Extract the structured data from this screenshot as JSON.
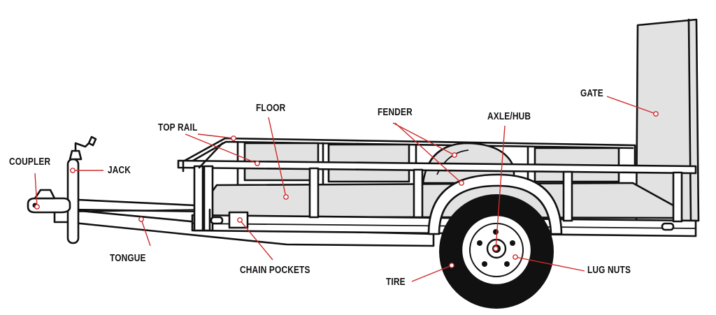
{
  "labels": {
    "coupler": "COUPLER",
    "jack": "JACK",
    "tongue": "TONGUE",
    "top_rail": "TOP RAIL",
    "floor": "FLOOR",
    "chain_pockets": "CHAIN POCKETS",
    "fender": "FENDER",
    "axle_hub": "AXLE/HUB",
    "tire": "TIRE",
    "lug_nuts": "LUG NUTS",
    "gate": "GATE"
  },
  "colors": {
    "outline": "#111111",
    "panel_fill": "#e2e2e2",
    "tire": "#111111",
    "leader": "#cf2a2a",
    "background": "#ffffff"
  }
}
